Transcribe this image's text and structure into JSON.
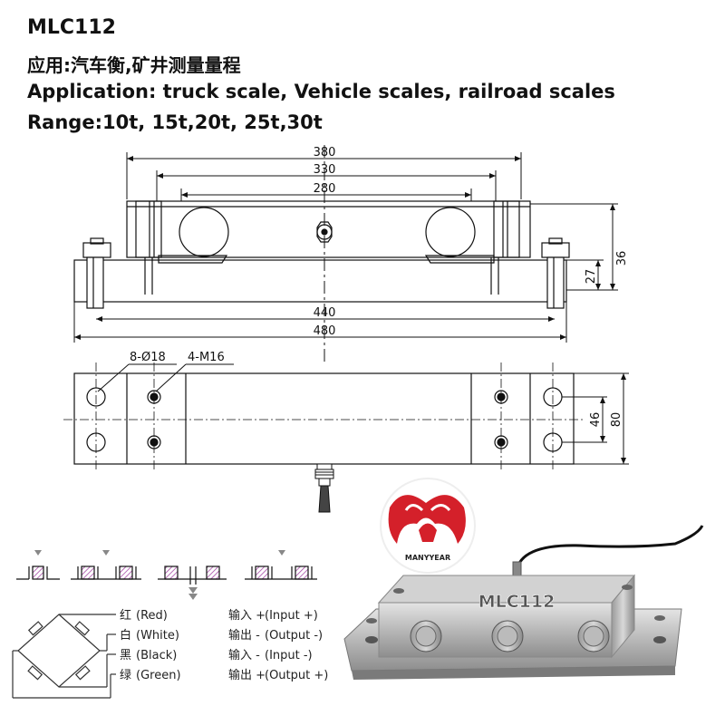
{
  "header": {
    "model": "MLC112",
    "application_cn": "应用:汽车衡,矿井测量量程",
    "application_en": "Application: truck scale, Vehicle scales, railroad scales",
    "range": "Range:10t, 15t,20t, 25t,30t"
  },
  "side_view": {
    "dims": {
      "d380": "380",
      "d330": "330",
      "d280": "280",
      "d440": "440",
      "d480": "480",
      "d36": "36",
      "d27": "27"
    }
  },
  "top_view": {
    "hole_label": "8-Ø18",
    "thread_label": "4-M16",
    "d46": "46",
    "d80": "80"
  },
  "wiring": [
    {
      "cn_color": "红",
      "color": "(Red)",
      "cn_func": "输入 +",
      "func": "(Input  +)",
      "hex": "#d22"
    },
    {
      "cn_color": "白",
      "color": "(White)",
      "cn_func": "输出 -",
      "func": "(Output -)",
      "hex": "#999"
    },
    {
      "cn_color": "黑",
      "color": "(Black)",
      "cn_func": "输入 -",
      "func": "(Input  -)",
      "hex": "#111"
    },
    {
      "cn_color": "绿",
      "color": "(Green)",
      "cn_func": "输出 +",
      "func": "(Output +)",
      "hex": "#2a2"
    }
  ],
  "product": {
    "label": "MLC112",
    "logo_text": "MANYYEAR",
    "logo_color": "#d4202a"
  }
}
